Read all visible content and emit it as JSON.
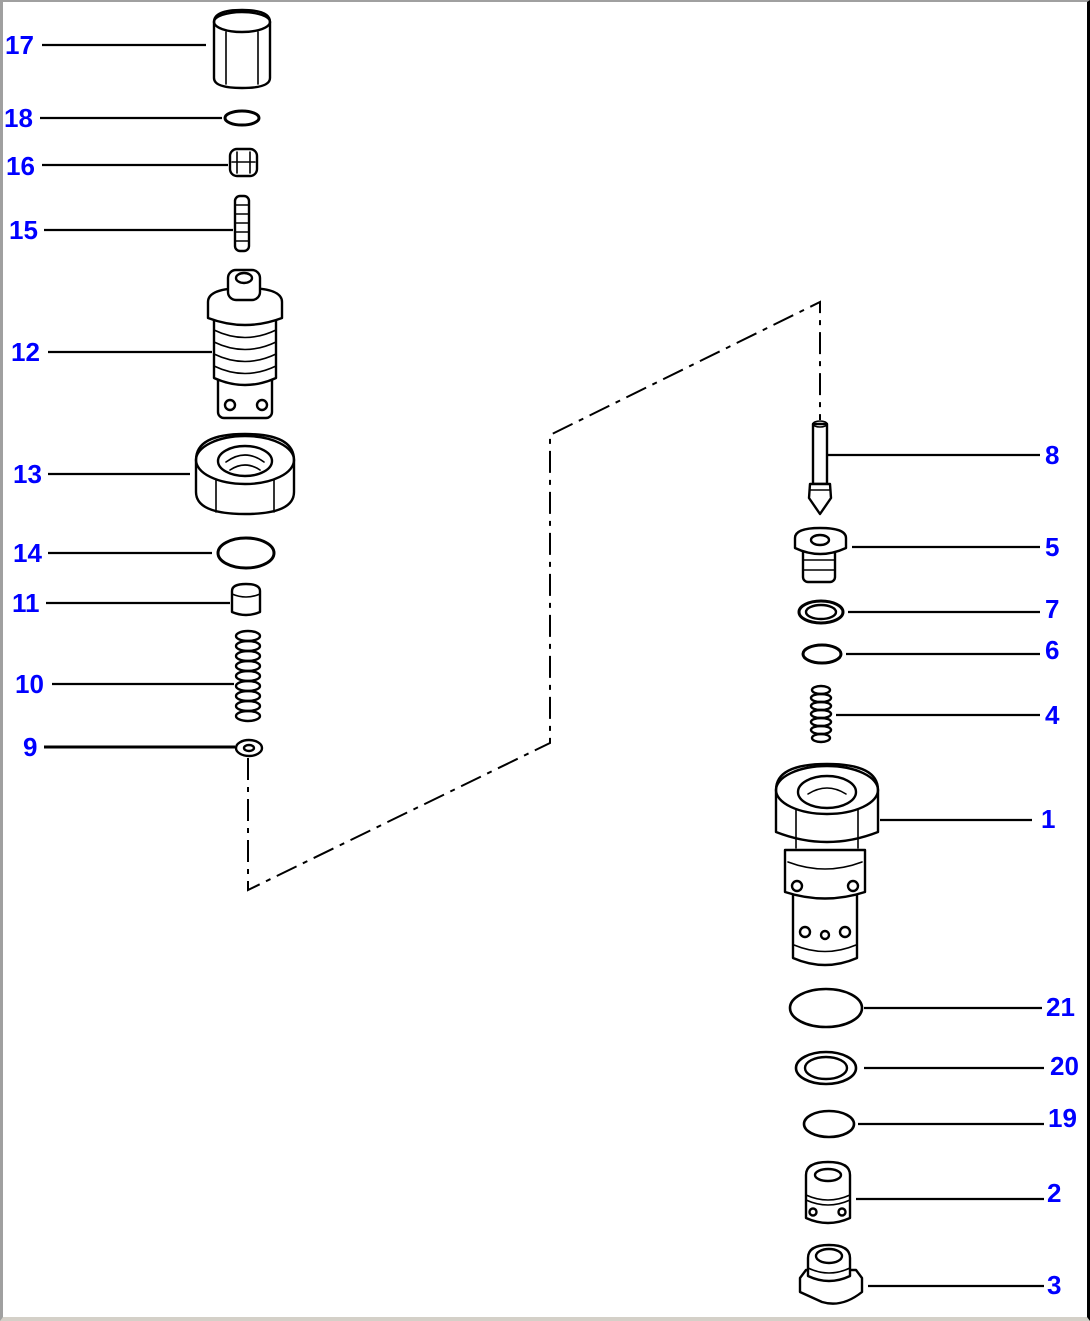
{
  "diagram": {
    "type": "exploded parts view",
    "label_color": "#0000ff",
    "callouts": [
      {
        "id": "17",
        "label": "17",
        "part": "cap"
      },
      {
        "id": "18",
        "label": "18",
        "part": "o-ring"
      },
      {
        "id": "16",
        "label": "16",
        "part": "nut"
      },
      {
        "id": "15",
        "label": "15",
        "part": "set screw"
      },
      {
        "id": "12",
        "label": "12",
        "part": "adjuster"
      },
      {
        "id": "13",
        "label": "13",
        "part": "lock nut"
      },
      {
        "id": "14",
        "label": "14",
        "part": "o-ring"
      },
      {
        "id": "11",
        "label": "11",
        "part": "spring seat"
      },
      {
        "id": "10",
        "label": "10",
        "part": "spring"
      },
      {
        "id": "9",
        "label": "9",
        "part": "poppet"
      },
      {
        "id": "8",
        "label": "8",
        "part": "pilot poppet"
      },
      {
        "id": "5",
        "label": "5",
        "part": "seat"
      },
      {
        "id": "7",
        "label": "7",
        "part": "backup ring"
      },
      {
        "id": "6",
        "label": "6",
        "part": "o-ring"
      },
      {
        "id": "4",
        "label": "4",
        "part": "spring"
      },
      {
        "id": "1",
        "label": "1",
        "part": "valve body"
      },
      {
        "id": "21",
        "label": "21",
        "part": "o-ring"
      },
      {
        "id": "20",
        "label": "20",
        "part": "backup ring"
      },
      {
        "id": "19",
        "label": "19",
        "part": "o-ring"
      },
      {
        "id": "2",
        "label": "2",
        "part": "sleeve"
      },
      {
        "id": "3",
        "label": "3",
        "part": "plug"
      }
    ]
  }
}
